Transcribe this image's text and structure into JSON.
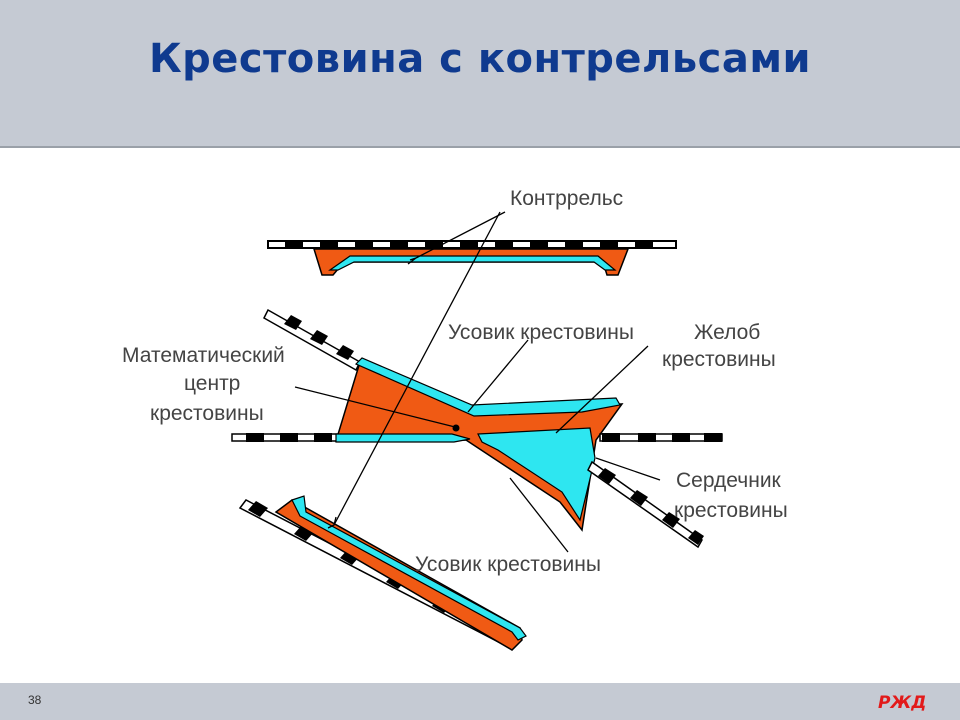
{
  "slide": {
    "title": "Крестовина с контрельсами",
    "page_number": "38"
  },
  "diagram": {
    "labels": {
      "guard_rail": "Контррельс",
      "wing_rail_top": "Усовик крестовины",
      "flangeway_line1": "Желоб",
      "flangeway_line2": "крестовины",
      "math_center_line1": "Математический",
      "math_center_line2": "центр",
      "math_center_line3": "крестовины",
      "frog_point_line1": "Сердечник",
      "frog_point_line2": "крестовины",
      "wing_rail_bottom": "Усовик крестовины"
    },
    "colors": {
      "orange": "#f05a14",
      "cyan": "#2ee6f0",
      "rail_black": "#000000",
      "label_gray": "#444444"
    }
  },
  "logo": {
    "icon": "rzd-logo-icon",
    "text": "РЖД",
    "color": "#e21a1a"
  }
}
